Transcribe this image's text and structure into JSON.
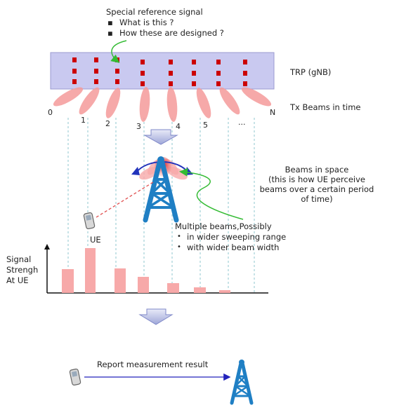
{
  "callout_top": {
    "title": "Special reference signal",
    "bullets": [
      "What is this ?",
      "How these are designed ?"
    ]
  },
  "trp_label": "TRP (gNB)",
  "tx_beams_label": "Tx Beams in time",
  "beam_indices": [
    "0",
    "1",
    "2",
    "3",
    "4",
    "5",
    "...",
    "N"
  ],
  "beams_in_space": {
    "lines": [
      "Beams in space",
      "(this is how UE perceive",
      "beams over a certain period",
      "of time)"
    ]
  },
  "ue_label": "UE",
  "multiple_beams": {
    "title": "Multiple beams,Possibly",
    "bullets": [
      "in wider sweeping range",
      "with wider beam width"
    ]
  },
  "y_axis_label": [
    "Signal",
    "Strengh",
    "At UE"
  ],
  "report_label": "Report measurement result",
  "chart_data": {
    "type": "bar",
    "categories": [
      "0",
      "1",
      "2",
      "3",
      "4",
      "5",
      "..."
    ],
    "values": [
      34,
      64,
      35,
      23,
      14,
      8,
      4
    ],
    "title": "",
    "xlabel": "",
    "ylabel": "Signal Strengh At UE"
  },
  "colors": {
    "trp_box": "#c9c9f0",
    "element": "#cc0000",
    "beam": "#f59a9a",
    "bar": "#f7a9a9",
    "tower": "#1f7fc4",
    "arrow_green": "#33bb33",
    "arrow_blue": "#2222bb",
    "ue_dashed": "#e05050"
  }
}
